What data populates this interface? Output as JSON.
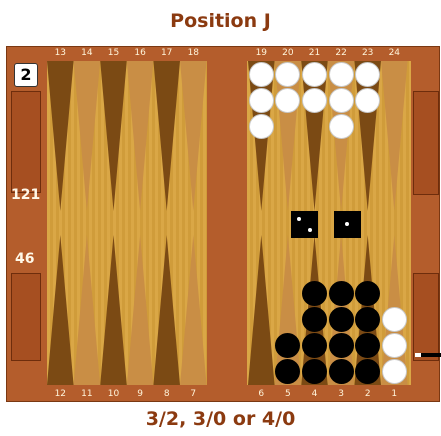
{
  "title": "Position J",
  "caption": "3/2, 3/0 or 4/0",
  "cube_value": "2",
  "pip_top": "121",
  "pip_bottom": "46",
  "top_points": [
    "13",
    "14",
    "15",
    "16",
    "17",
    "18",
    "19",
    "20",
    "21",
    "22",
    "23",
    "24"
  ],
  "bottom_points": [
    "12",
    "11",
    "10",
    "9",
    "8",
    "7",
    "6",
    "5",
    "4",
    "3",
    "2",
    "1"
  ],
  "dice": [
    2,
    1
  ],
  "colors": {
    "board": "#b45d2c",
    "field": "#d8a23c",
    "dark_point": "#7b4a14",
    "light_point": "#c98e45",
    "title": "#8b3a10"
  },
  "checkers": {
    "white": [
      {
        "point": 19,
        "count": 3
      },
      {
        "point": 20,
        "count": 2
      },
      {
        "point": 21,
        "count": 2
      },
      {
        "point": 22,
        "count": 3
      },
      {
        "point": 23,
        "count": 2
      },
      {
        "point": 1,
        "count": 3
      }
    ],
    "black": [
      {
        "point": 5,
        "count": 2
      },
      {
        "point": 4,
        "count": 4
      },
      {
        "point": 3,
        "count": 4
      },
      {
        "point": 2,
        "count": 4
      }
    ]
  }
}
